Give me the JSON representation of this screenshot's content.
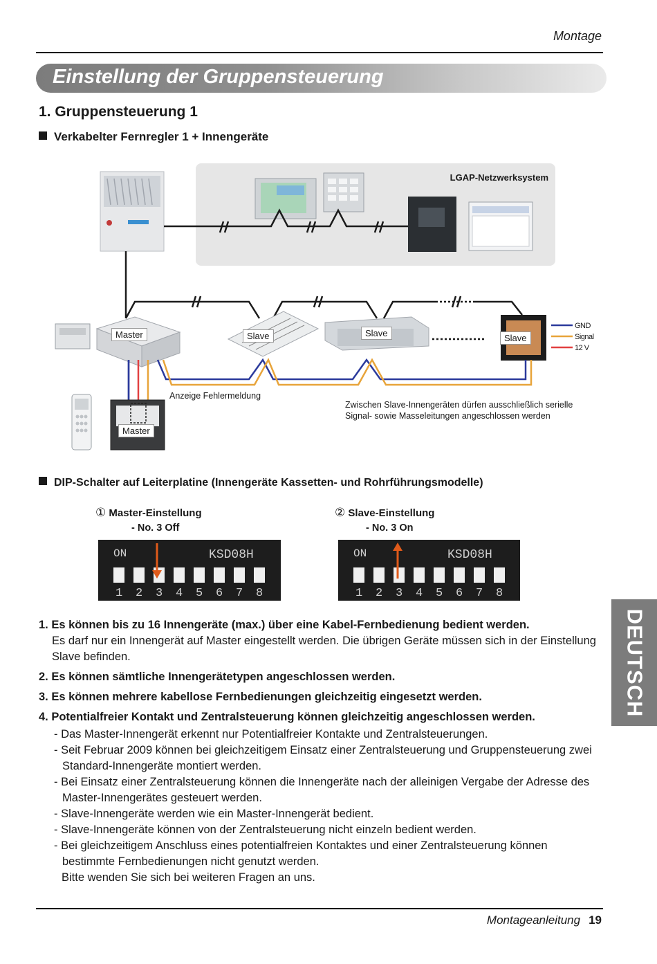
{
  "header": {
    "section": "Montage"
  },
  "title": "Einstellung der Gruppensteuerung",
  "section1": {
    "heading": "1. Gruppensteuerung 1",
    "subheading": "Verkabelter Fernregler 1 + Innengeräte"
  },
  "diagram": {
    "network_label": "LGAP-Netzwerksystem",
    "unit_labels": [
      "Master",
      "Slave",
      "Slave",
      "Slave"
    ],
    "remote_label": "Master",
    "legend": [
      {
        "label": "GND",
        "color": "#2b3a9c"
      },
      {
        "label": "Signal",
        "color": "#e8a43a"
      },
      {
        "label": "12 V",
        "color": "#d63030"
      }
    ],
    "error_label": "Anzeige Fehlermeldung",
    "note": "Zwischen Slave-Innengeräten dürfen ausschließlich serielle Signal- sowie Masseleitungen angeschlossen werden"
  },
  "dip": {
    "heading": "DIP-Schalter auf Leiterplatine (Innengeräte Kassetten- und Rohrführungsmodelle)",
    "master": {
      "num": "①",
      "title": "Master-Einstellung",
      "sub": "- No. 3 Off"
    },
    "slave": {
      "num": "②",
      "title": "Slave-Einstellung",
      "sub": "- No. 3 On"
    },
    "switch_label_on": "ON",
    "switch_model": "KSD08H",
    "switch_numbers": [
      "1",
      "2",
      "3",
      "4",
      "5",
      "6",
      "7",
      "8"
    ]
  },
  "list": [
    {
      "title": "1. Es können bis zu 16 Innengeräte (max.) über eine Kabel-Fernbedienung bedient werden.",
      "text": "Es darf nur ein Innengerät auf Master eingestellt werden. Die übrigen Geräte müssen sich in der Einstellung Slave befinden."
    },
    {
      "title": "2. Es können sämtliche Innengerätetypen angeschlossen werden."
    },
    {
      "title": "3. Es können mehrere kabellose Fernbedienungen gleichzeitig eingesetzt werden."
    },
    {
      "title": "4. Potentialfreier Kontakt und Zentralsteuerung können gleichzeitig angeschlossen werden."
    }
  ],
  "sub_items": [
    "- Das Master-Innengerät erkennt nur Potentialfreier Kontakte und Zentralsteuerungen.",
    "- Seit Februar 2009 können bei gleichzeitigem Einsatz einer Zentralsteuerung und Gruppensteuerung zwei Standard-Innengeräte montiert werden.",
    "- Bei Einsatz einer Zentralsteuerung können die Innengeräte nach der alleinigen Vergabe der Adresse des Master-Innengerätes gesteuert werden.",
    "- Slave-Innengeräte werden wie ein Master-Innengerät bedient.",
    "- Slave-Innengeräte können von der Zentralsteuerung nicht einzeln bedient werden.",
    "- Bei gleichzeitigem Anschluss eines potentialfreien Kontaktes und einer Zentralsteuerung können bestimmte Fernbedienungen nicht genutzt werden."
  ],
  "closing": "Bitte wenden Sie sich bei weiteren Fragen an uns.",
  "footer": {
    "text": "Montageanleitung",
    "page": "19"
  },
  "side_tab": "DEUTSCH"
}
